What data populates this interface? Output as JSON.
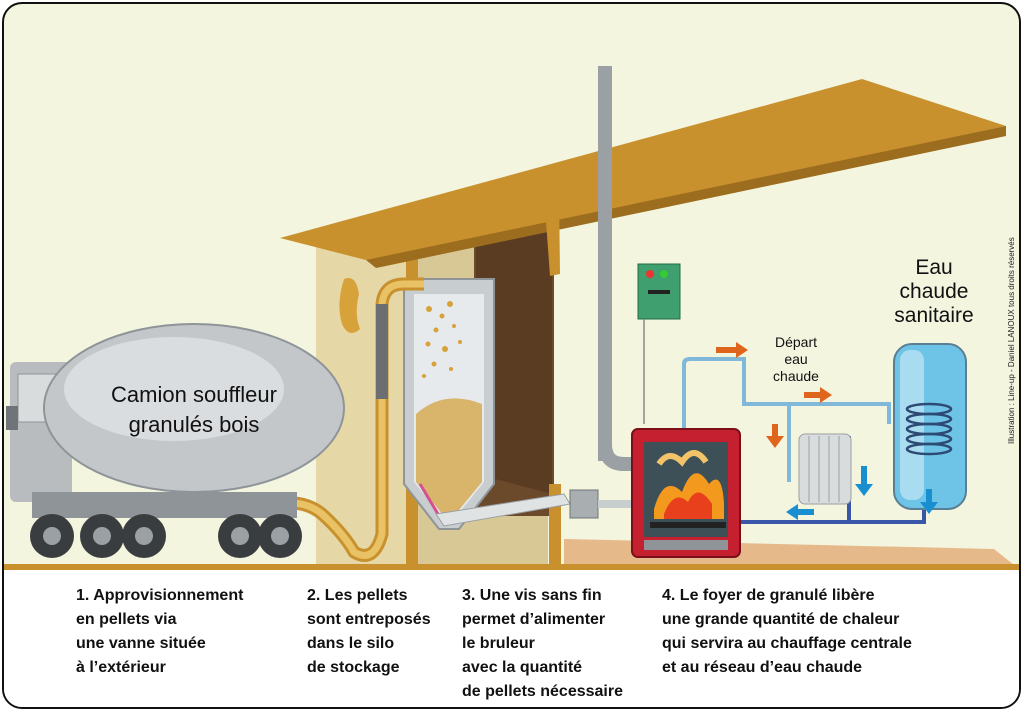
{
  "labels": {
    "truck": "Camion souffleur\ngranulés bois",
    "hot_water_tank": "Eau\nchaude\nsanitaire",
    "hot_water_departure": "Départ\neau\nchaude"
  },
  "captions": [
    "1. Approvisionnement\nen pellets via\nune vanne située\nà l’extérieur",
    "2. Les pellets\nsont entreposés\ndans le silo\nde stockage",
    "3. Une vis sans fin\n permet d’alimenter\nle bruleur\navec la quantité\nde pellets nécessaire",
    "4. Le foyer de granulé libère\nune grande quantité de chaleur\nqui servira au chauffage centrale\net au réseau d’eau chaude"
  ],
  "credit": "Illustration : Line-up - Daniel LANOUX tous droits réservés",
  "colors": {
    "background": "#f3f5df",
    "roof": "#c8912e",
    "floor": "#e6b98a",
    "boiler": "#c5202f",
    "flame": "#f39a1e",
    "hot_arrow": "#e0651c",
    "cold_arrow": "#1a8fd0",
    "pipe_feed": "#d8a23a",
    "tank_water": "#6ec4e6"
  }
}
